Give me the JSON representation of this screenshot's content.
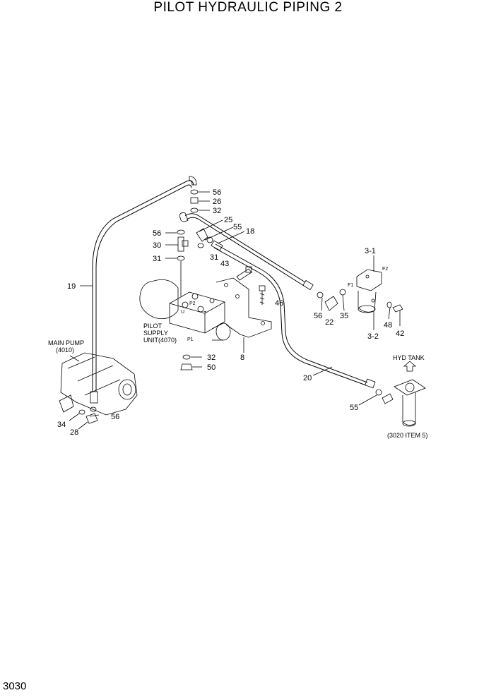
{
  "title": "PILOT HYDRAULIC PIPING 2",
  "page_number": "3030",
  "labels": {
    "main_pump_line1": "MAIN PUMP",
    "main_pump_line2": "(4010)",
    "pilot_line1": "PILOT",
    "pilot_line2": "SUPPLY",
    "pilot_line3": "UNIT(4070)",
    "hyd_tank": "HYD TANK",
    "ref_3020": "(3020 ITEM 5)",
    "port_p2": "P2",
    "port_u": "U",
    "port_t": "T",
    "port_p1": "P1",
    "port_f1": "F1",
    "port_f2": "F2"
  },
  "callouts": {
    "c56a": "56",
    "c26": "26",
    "c32a": "32",
    "c25": "25",
    "c55a": "55",
    "c18": "18",
    "c56b": "56",
    "c30": "30",
    "c31a": "31",
    "c31b": "31",
    "c43": "43",
    "c19": "19",
    "c3_1": "3-1",
    "c46": "46",
    "c56c": "56",
    "c22": "22",
    "c35": "35",
    "c48": "48",
    "c42": "42",
    "c3_2": "3-2",
    "c32b": "32",
    "c50": "50",
    "c8": "8",
    "c20": "20",
    "c55b": "55",
    "c34": "34",
    "c28": "28",
    "c56d": "56"
  }
}
